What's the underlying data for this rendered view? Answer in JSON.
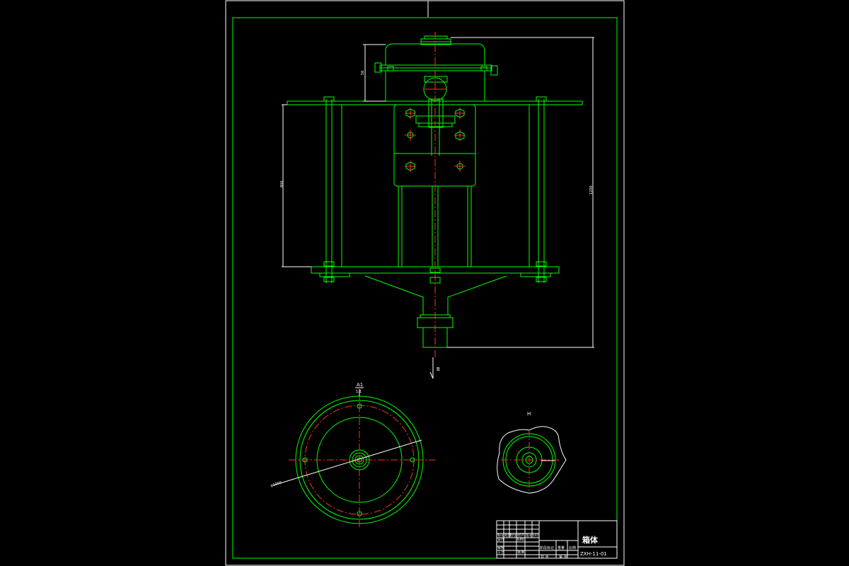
{
  "drawing": {
    "colors": {
      "background": "#000000",
      "outline": "#00ff00",
      "frame": "#ffffff",
      "centerline": "#ff3030"
    },
    "dimensions": {
      "top_height": "56",
      "left_height": "800",
      "right_height": "1200"
    },
    "section_marks": {
      "main_arrow": "B",
      "plan_label_top": "A1",
      "plan_label_bottom": "1:1",
      "detail_label": "H",
      "leader_label": "φ1000"
    },
    "title_block": {
      "name": "箱体",
      "drawing_no": "ZXH-11-01",
      "cells": [
        "标记",
        "处数",
        "分区",
        "更改文件号",
        "签名",
        "年月日",
        "设计",
        "标准化",
        "审核",
        "工艺",
        "批准",
        "阶段标记",
        "重量",
        "比例",
        "共 张",
        "第 张"
      ]
    }
  }
}
